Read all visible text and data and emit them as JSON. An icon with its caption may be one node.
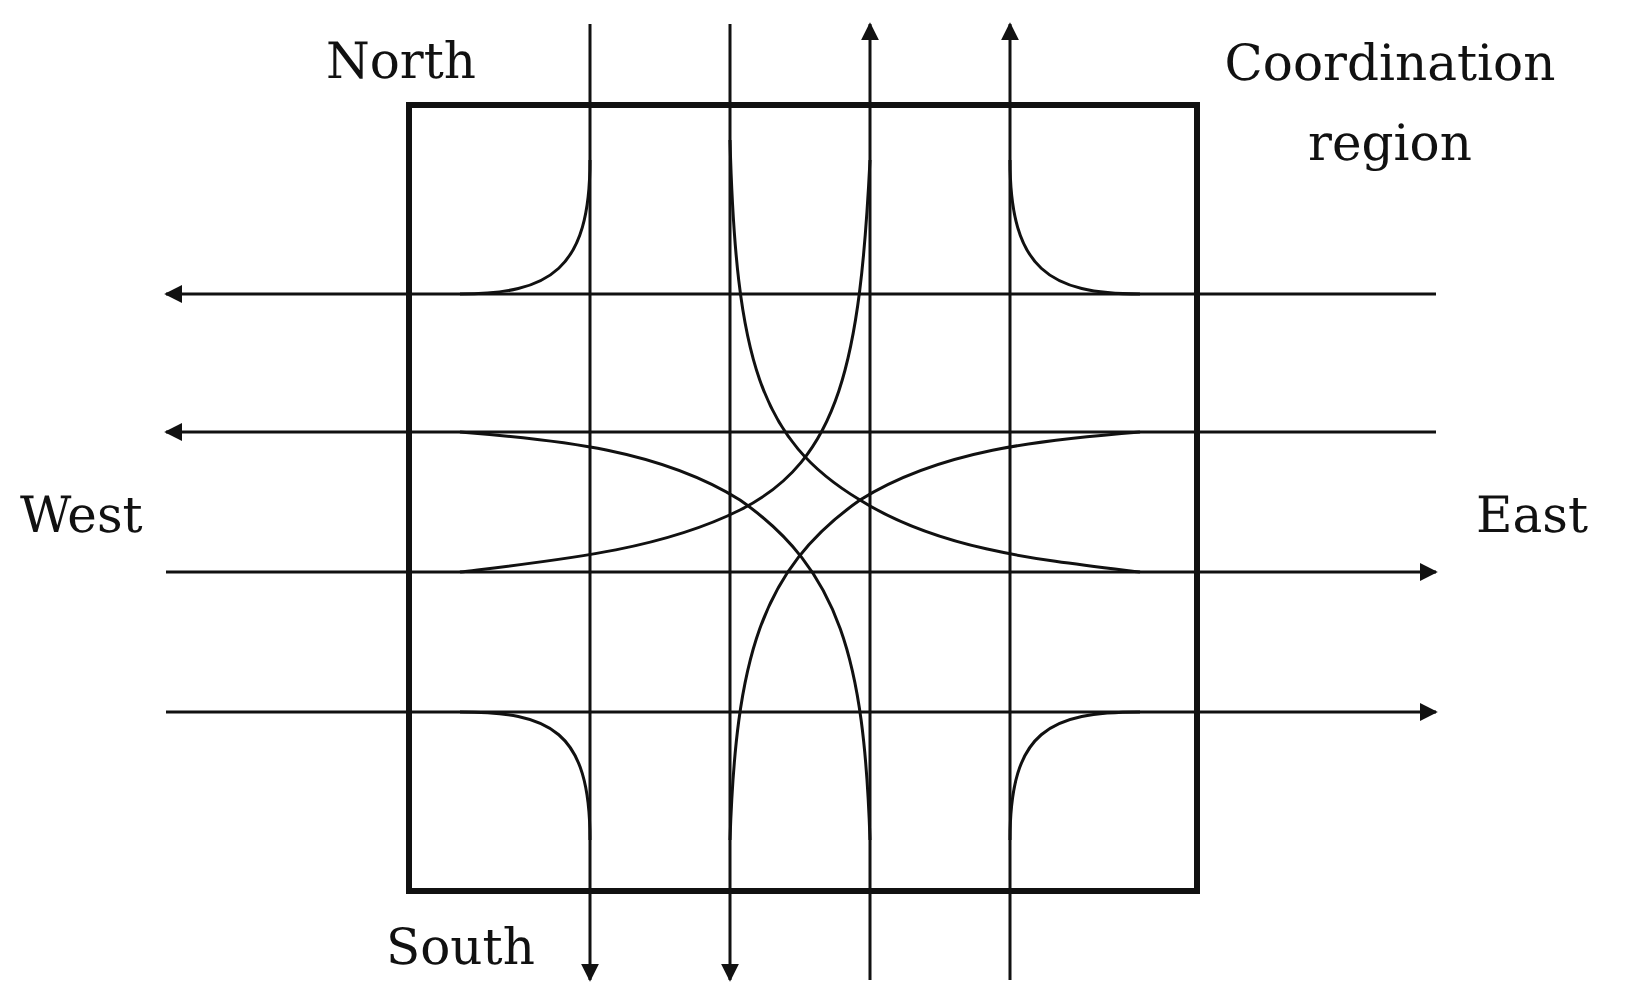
{
  "diagram": {
    "nodes": [
      {
        "text": [
          "Coordination region"
        ]
      }
    ],
    "labels": [
      "North",
      "West",
      "East",
      "South"
    ]
  }
}
